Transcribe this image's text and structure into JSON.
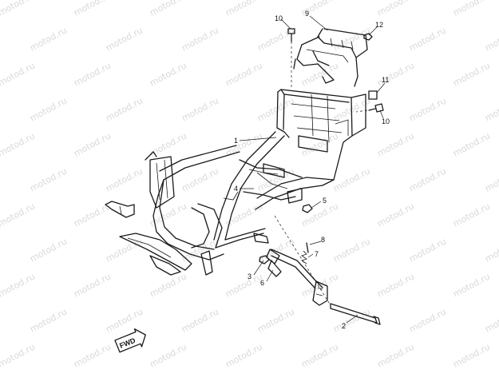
{
  "watermark": {
    "text": "motod.ru"
  },
  "callouts": [
    {
      "id": "c1",
      "label": "1"
    },
    {
      "id": "c2",
      "label": "2"
    },
    {
      "id": "c3",
      "label": "3"
    },
    {
      "id": "c4",
      "label": "4"
    },
    {
      "id": "c5",
      "label": "5"
    },
    {
      "id": "c6",
      "label": "6"
    },
    {
      "id": "c7",
      "label": "7"
    },
    {
      "id": "c8",
      "label": "8"
    },
    {
      "id": "c9",
      "label": "9"
    },
    {
      "id": "c10a",
      "label": "10"
    },
    {
      "id": "c10b",
      "label": "10"
    },
    {
      "id": "c11",
      "label": "11"
    },
    {
      "id": "c12",
      "label": "12"
    }
  ],
  "fwd_badge": {
    "text": "FWD"
  }
}
